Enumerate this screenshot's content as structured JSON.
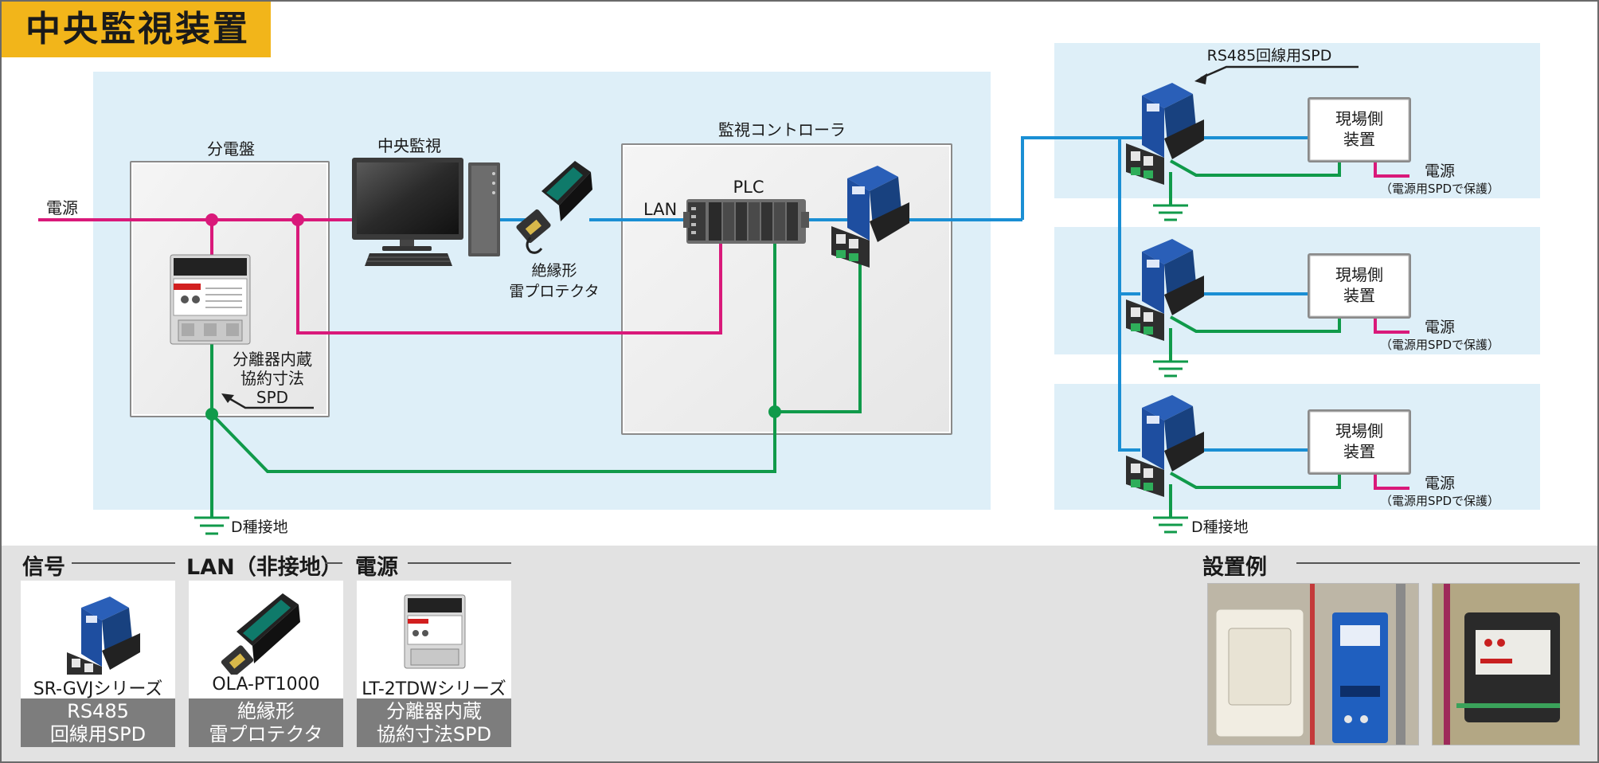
{
  "title": "中央監視装置",
  "labels": {
    "power_main": "電源",
    "panel": "分電盤",
    "central_monitor": "中央監視",
    "controller": "監視コントローラ",
    "lan": "LAN",
    "plc": "PLC",
    "lan_protector": [
      "絶縁形",
      "雷プロテクタ"
    ],
    "panel_spd": [
      "分離器内蔵",
      "協約寸法",
      "SPD"
    ],
    "ground_left": "D種接地",
    "ground_right": "D種接地",
    "rs485_spd": "RS485回線用SPD",
    "field_device": [
      "現場側",
      "装置"
    ],
    "field_power": "電源",
    "field_power_note": "（電源用SPDで保護）"
  },
  "legend": {
    "groups": [
      {
        "heading": "信号",
        "model": "SR-GVJシリーズ",
        "caption": [
          "RS485",
          "回線用SPD"
        ]
      },
      {
        "heading": "LAN（非接地）",
        "model": "OLA-PT1000",
        "caption": [
          "絶縁形",
          "雷プロテクタ"
        ]
      },
      {
        "heading": "電源",
        "model": "LT-2TDWシリーズ",
        "caption": [
          "分離器内蔵",
          "協約寸法SPD"
        ]
      }
    ],
    "examples_heading": "設置例"
  },
  "colors": {
    "power_line": "#d9197a",
    "signal_line": "#1a8fd4",
    "ground_line": "#109a4a",
    "zone_fill": "#deeff8",
    "title_bg": "#f2b51a",
    "legend_bg": "#e2e2e2",
    "caption_bg": "#7d7d7d"
  }
}
